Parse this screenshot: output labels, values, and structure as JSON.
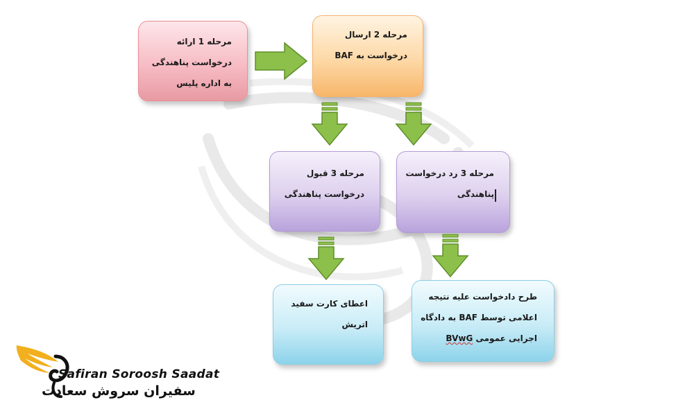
{
  "steps": {
    "step1": {
      "line1": "مرحله 1 ارائه",
      "line2": "درخواست پناهندگی",
      "line3": "به اداره پلیس"
    },
    "step2": {
      "line1": "مرحله 2 ارسال",
      "line2": "درخواست به BAF"
    },
    "step3_accept": {
      "line1": "مرحله 3 قبول",
      "line2": "درخواست پناهندگی"
    },
    "step3_reject": {
      "line1": "مرحله 3 رد درخواست",
      "line2": "پناهندگی"
    },
    "result_accept": {
      "line1": "اعطای کارت سفید",
      "line2": "اتریش"
    },
    "result_reject": {
      "line1": "طرح دادخواست علیه نتیجه",
      "line2": "اعلامی توسط BAF به دادگاه",
      "line3_prefix": "اجرایی عمومی ",
      "line3_term": "BVwG"
    }
  },
  "colors": {
    "pink": "#f7bcc4",
    "orange": "#fdd8a6",
    "purple": "#ddd0ee",
    "blue": "#c9ecf7",
    "arrow": "#8cc04b",
    "logo_gold": "#f2b01e"
  },
  "logo": {
    "name_en": "Safiran Soroosh Saadat",
    "name_fa": "سفیران سروش سعادت"
  }
}
